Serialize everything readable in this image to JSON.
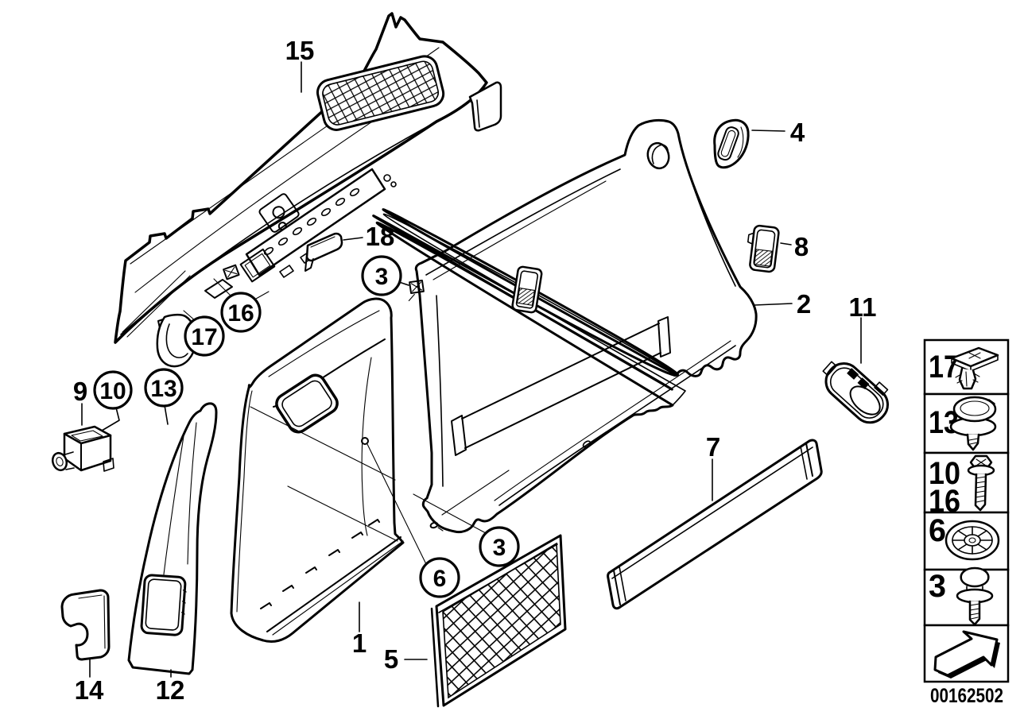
{
  "colors": {
    "ink": "#000000",
    "paper": "#ffffff"
  },
  "callouts": {
    "plain": {
      "p1": "1",
      "p2": "2",
      "p4": "4",
      "p5": "5",
      "p7": "7",
      "p8": "8",
      "p9": "9",
      "p11": "11",
      "p12": "12",
      "p14": "14",
      "p15": "15",
      "p18": "18"
    },
    "circled": {
      "c3a": "3",
      "c3b": "3",
      "c6": "6",
      "c10": "10",
      "c13": "13",
      "c16": "16",
      "c17": "17"
    }
  },
  "legend": {
    "rows": [
      {
        "labels": [
          "17"
        ],
        "icon": "expanding-nut-icon"
      },
      {
        "labels": [
          "13"
        ],
        "icon": "grommet-clip-icon"
      },
      {
        "labels": [
          "10",
          "16"
        ],
        "icon": "screw-washer-icon"
      },
      {
        "labels": [
          "6"
        ],
        "icon": "fan-washer-icon"
      },
      {
        "labels": [
          "3"
        ],
        "icon": "expanding-rivet-icon"
      },
      {
        "labels": [],
        "icon": "nav-arrow-icon"
      }
    ]
  },
  "footer": {
    "image_number": "00162502"
  }
}
